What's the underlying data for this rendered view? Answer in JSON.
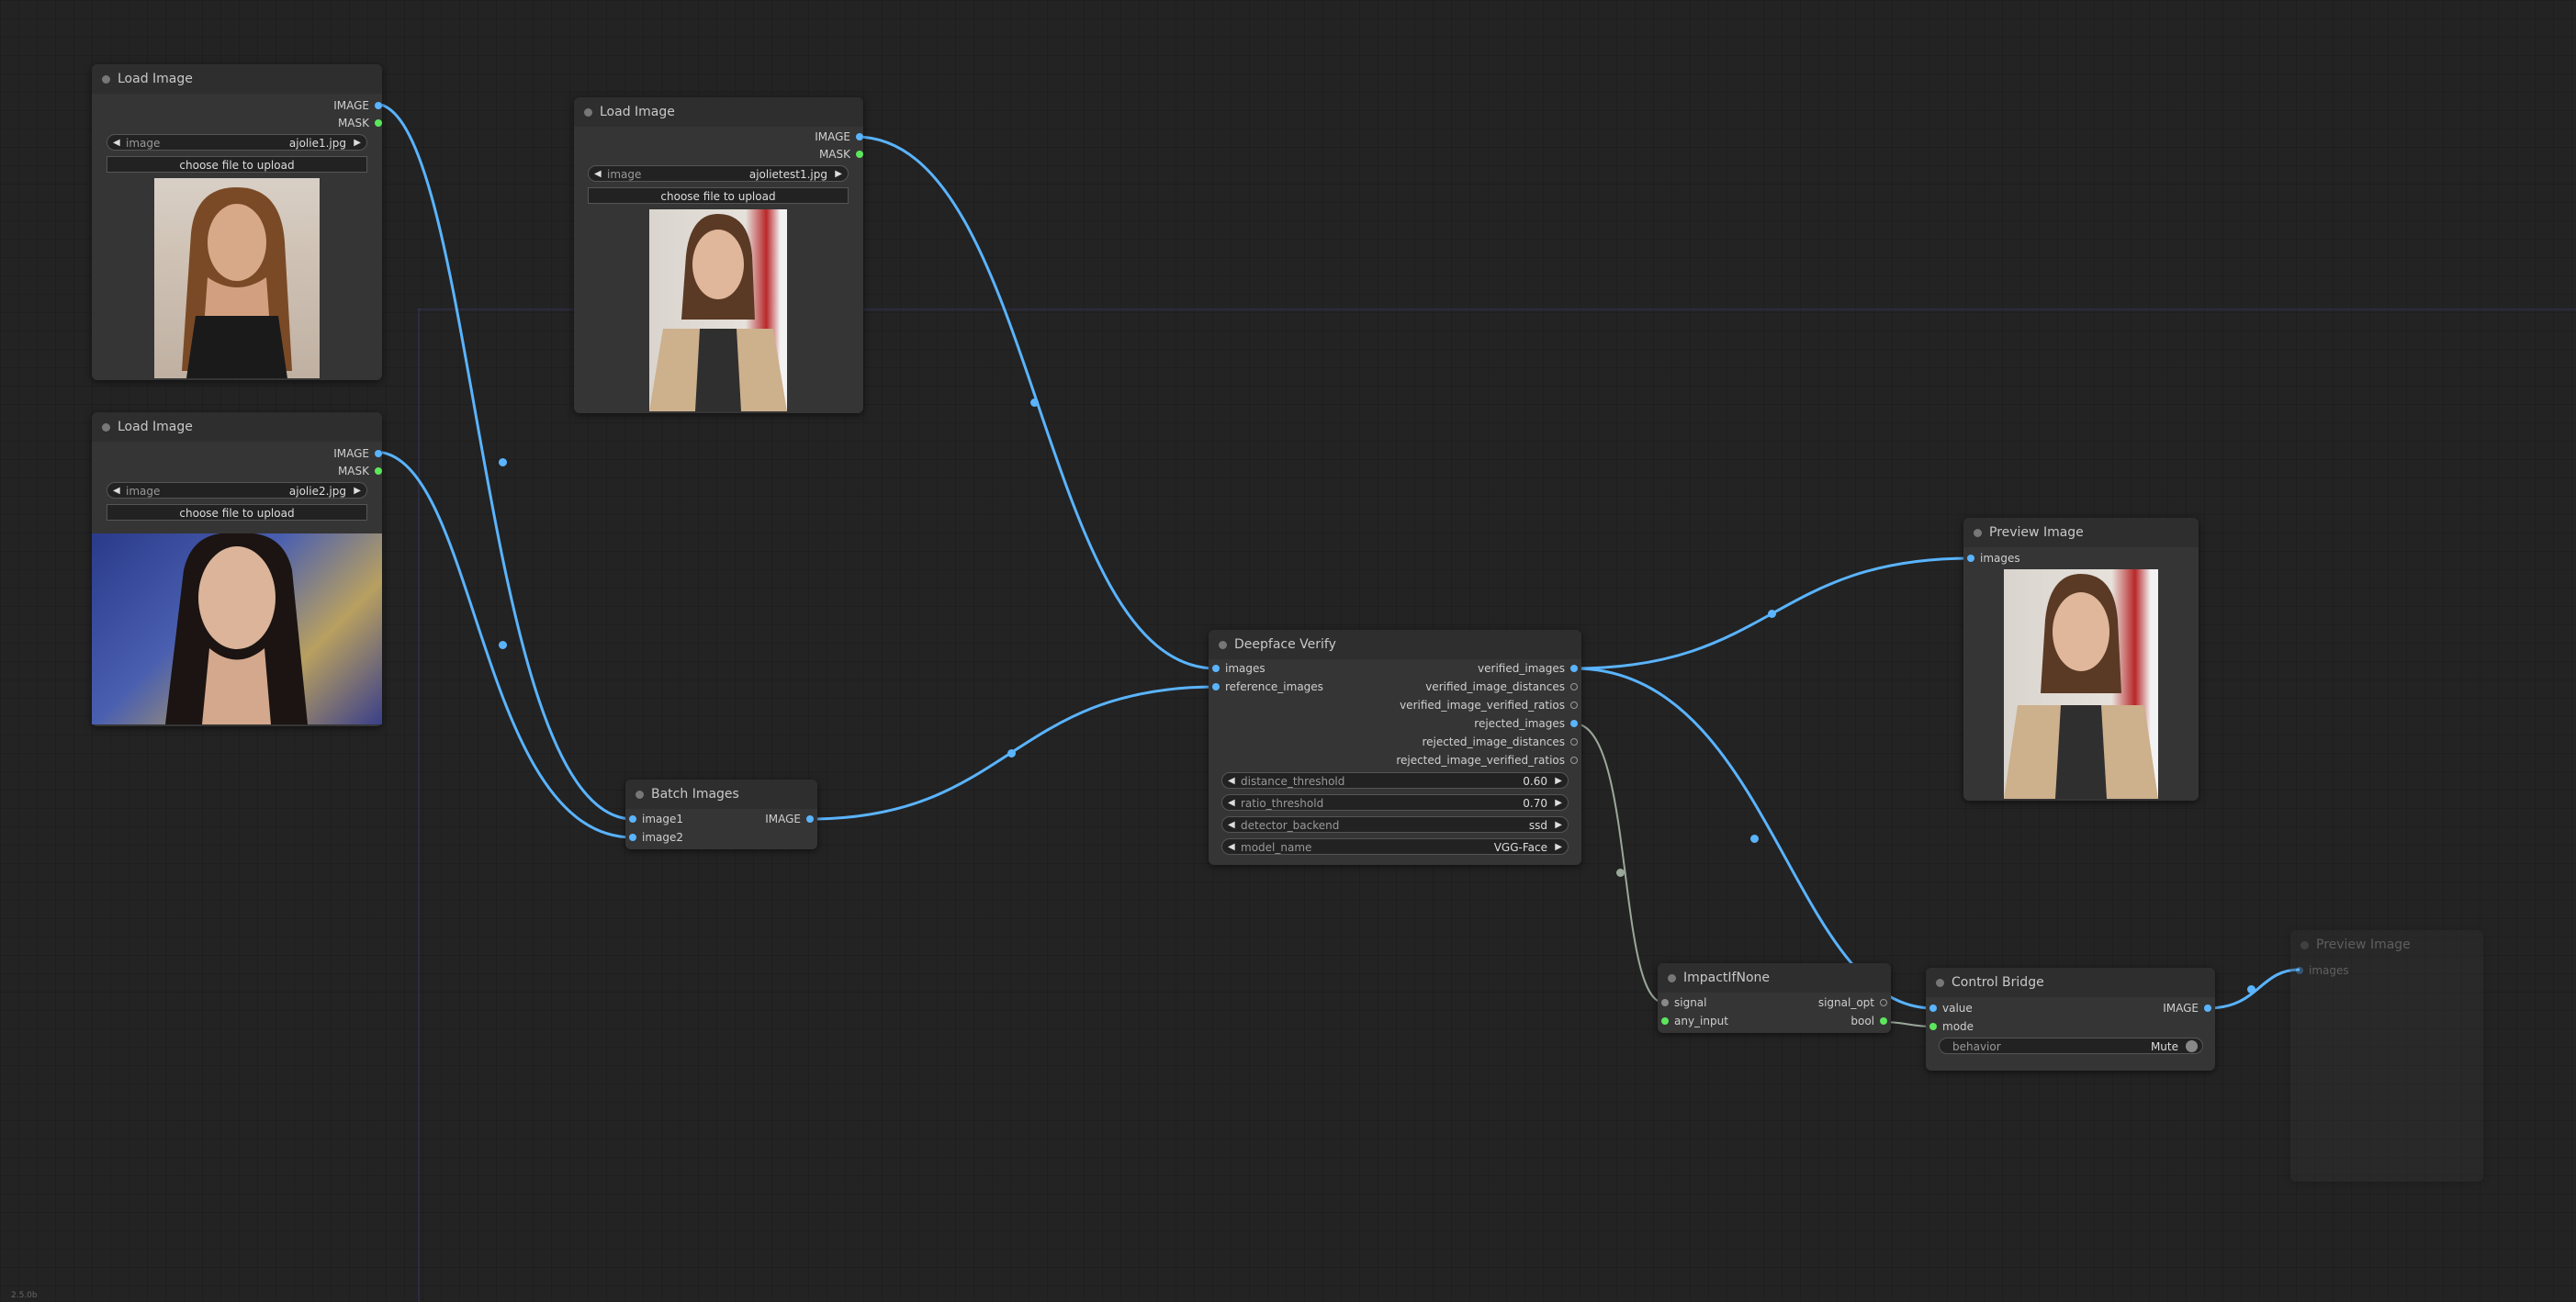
{
  "colors": {
    "wire_image": "#5ab4ff",
    "wire_mask": "#5ce65c",
    "wire_signal": "#9aa89a",
    "background": "#232323",
    "node_body": "#353535"
  },
  "nodes": {
    "load1": {
      "title": "Load Image",
      "out_image": "IMAGE",
      "out_mask": "MASK",
      "widget_label": "image",
      "widget_value": "ajolie1.jpg",
      "upload_label": "choose file to upload"
    },
    "load2": {
      "title": "Load Image",
      "out_image": "IMAGE",
      "out_mask": "MASK",
      "widget_label": "image",
      "widget_value": "ajolie2.jpg",
      "upload_label": "choose file to upload"
    },
    "load3": {
      "title": "Load Image",
      "out_image": "IMAGE",
      "out_mask": "MASK",
      "widget_label": "image",
      "widget_value": "ajolietest1.jpg",
      "upload_label": "choose file to upload"
    },
    "batch": {
      "title": "Batch Images",
      "in1": "image1",
      "in2": "image2",
      "out": "IMAGE"
    },
    "deepface": {
      "title": "Deepface Verify",
      "in_images": "images",
      "in_reference": "reference_images",
      "outputs": [
        "verified_images",
        "verified_image_distances",
        "verified_image_verified_ratios",
        "rejected_images",
        "rejected_image_distances",
        "rejected_image_verified_ratios"
      ],
      "widgets": [
        {
          "label": "distance_threshold",
          "value": "0.60"
        },
        {
          "label": "ratio_threshold",
          "value": "0.70"
        },
        {
          "label": "detector_backend",
          "value": "ssd"
        },
        {
          "label": "model_name",
          "value": "VGG-Face"
        }
      ]
    },
    "preview1": {
      "title": "Preview Image",
      "in_images": "images"
    },
    "impact": {
      "title": "ImpactIfNone",
      "in_signal": "signal",
      "in_any": "any_input",
      "out_signal": "signal_opt",
      "out_bool": "bool"
    },
    "bridge": {
      "title": "Control Bridge",
      "in_value": "value",
      "in_mode": "mode",
      "out_image": "IMAGE",
      "toggle_label": "behavior",
      "toggle_value": "Mute"
    },
    "preview2": {
      "title": "Preview Image",
      "in_images": "images"
    }
  },
  "version_text": "2.5.0b"
}
